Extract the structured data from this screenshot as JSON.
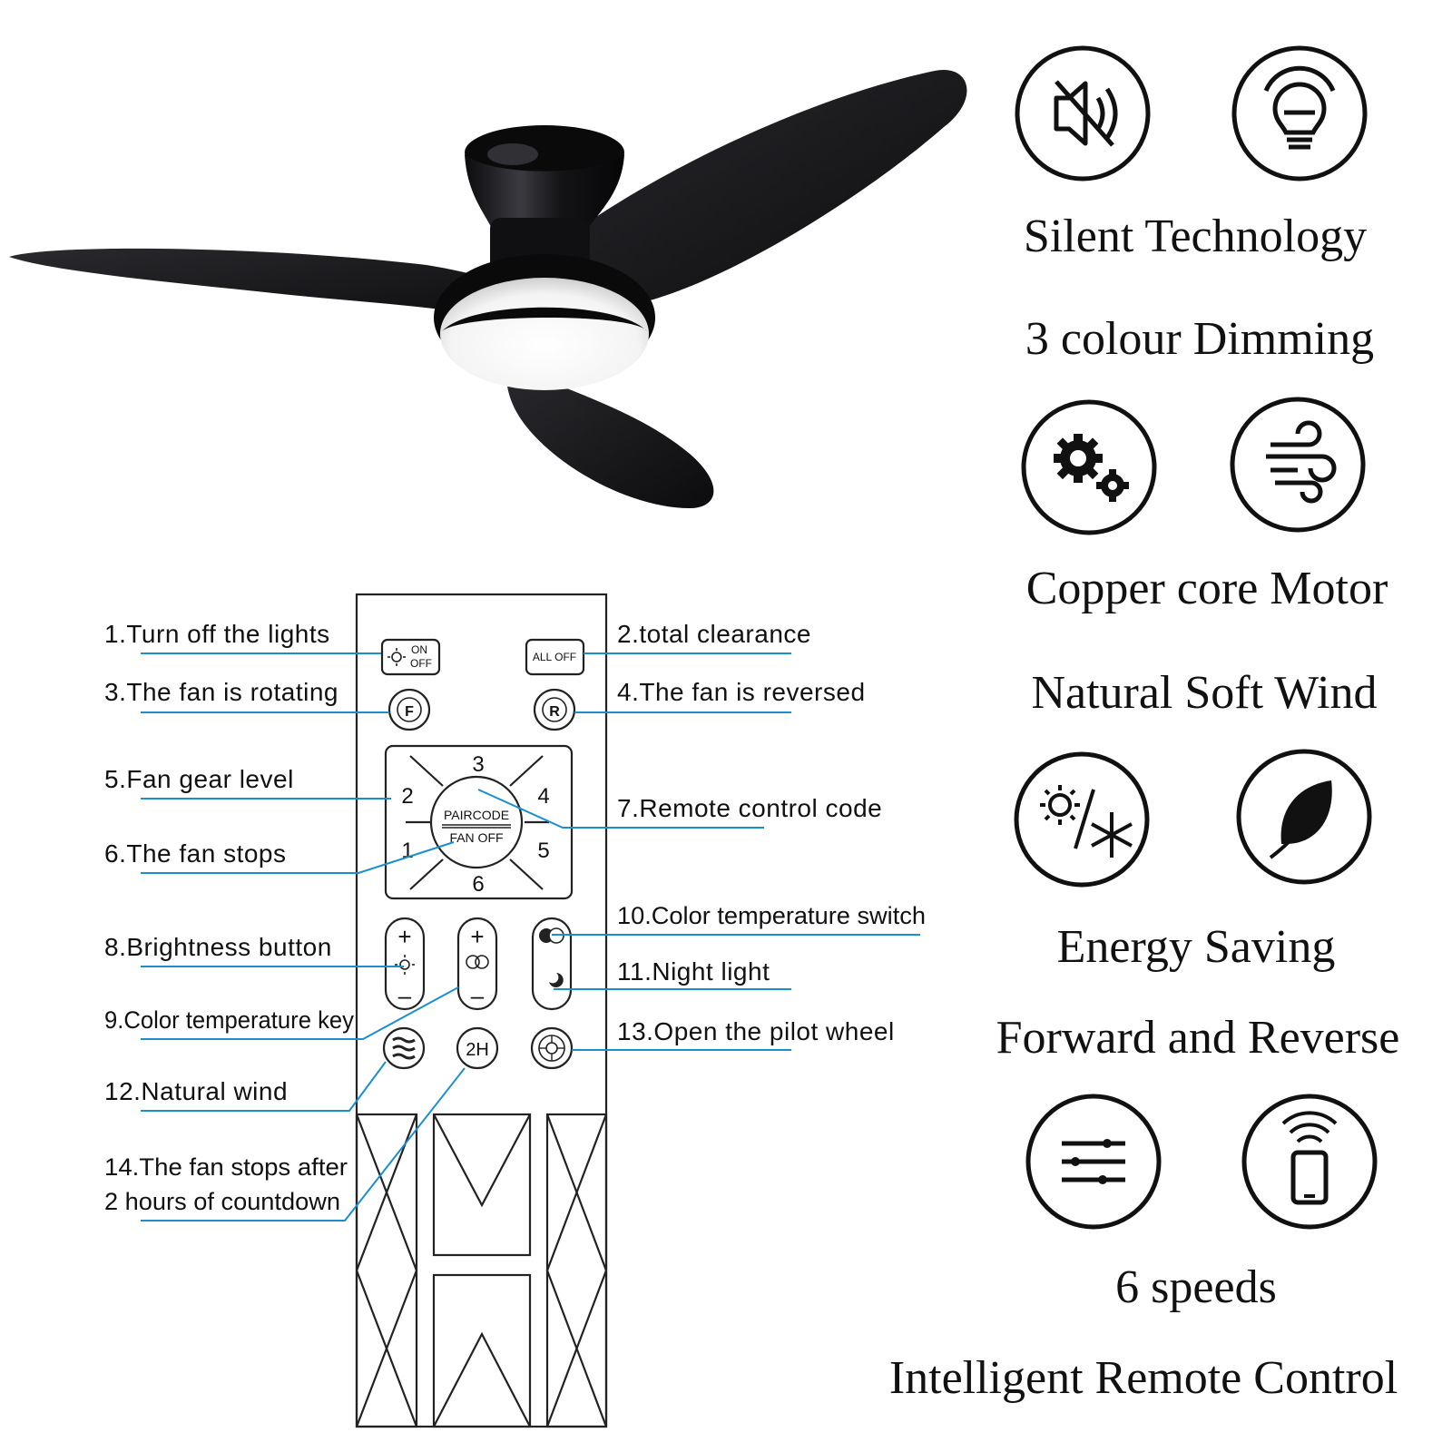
{
  "features": [
    "Silent Technology",
    "3 colour Dimming",
    "Copper core Motor",
    "Natural Soft Wind",
    "Energy Saving",
    "Forward and Reverse",
    "6 speeds",
    "Intelligent Remote Control"
  ],
  "feature_icons": [
    "mute-speaker-icon",
    "dimmable-bulb-icon",
    "gears-icon",
    "wind-icon",
    "sun-snowflake-icon",
    "leaf-icon",
    "sliders-icon",
    "smartphone-remote-icon"
  ],
  "callouts": {
    "c1": "1.Turn off the lights",
    "c2": "2.total clearance",
    "c3": "3.The fan is rotating",
    "c4": "4.The fan is reversed",
    "c5": "5.Fan gear level",
    "c6": "6.The fan stops",
    "c7": "7.Remote control code",
    "c8": "8.Brightness button",
    "c9": "9.Color temperature key",
    "c10": "10.Color temperature switch",
    "c11": "11.Night light",
    "c12": "12.Natural wind",
    "c13": "13.Open the pilot wheel",
    "c14_line1": "14.The fan stops after",
    "c14_line2": "2 hours of countdown"
  },
  "remote": {
    "on": "ON",
    "off": "OFF",
    "all_off": "ALL OFF",
    "forward": "F",
    "reverse": "R",
    "speeds": [
      "1",
      "2",
      "3",
      "4",
      "5",
      "6"
    ],
    "paircode": "PAIRCODE",
    "fan_off": "FAN OFF",
    "timer": "2H",
    "plus": "+",
    "minus": "–"
  },
  "colors": {
    "leader_line": "#1a8fd0",
    "fan_body": "#141416",
    "text": "#111111"
  }
}
